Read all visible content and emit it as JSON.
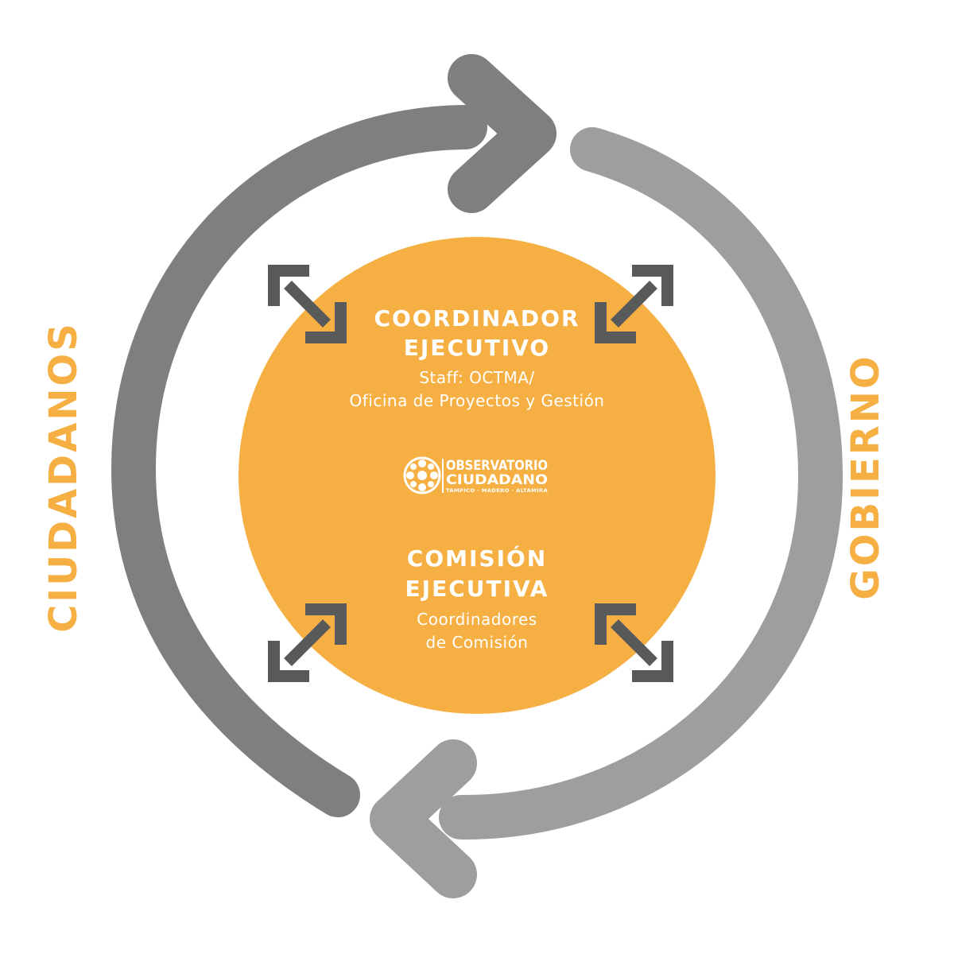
{
  "colors": {
    "orange": "#F6AF42",
    "ring_dark": "#7F7F7F",
    "ring_light": "#9E9E9E",
    "corner_arrow": "#58595B",
    "text_on_orange": "#FFFFFF"
  },
  "side_labels": {
    "left": "CIUDADANOS",
    "right": "GOBIERNO"
  },
  "top_block": {
    "title_line1": "COORDINADOR",
    "title_line2": "EJECUTIVO",
    "sub_line1": "Staff: OCTMA/",
    "sub_line2": "Oficina de Proyectos y Gestión"
  },
  "logo": {
    "line1": "OBSERVATORIO",
    "line2": "CIUDADANO",
    "line3": "TAMPICO · MADERO · ALTAMIRA"
  },
  "bottom_block": {
    "title_line1": "COMISIÓN",
    "title_line2": "EJECUTIVA",
    "sub_line1": "Coordinadores",
    "sub_line2": "de Comisión"
  },
  "icons": {
    "top_arrow": "cycle-arrow-right-icon",
    "bottom_arrow": "cycle-arrow-left-icon",
    "corner_arrows": "double-headed-diagonal-arrow-icon",
    "logo_mark": "observatorio-rosette-logo"
  }
}
